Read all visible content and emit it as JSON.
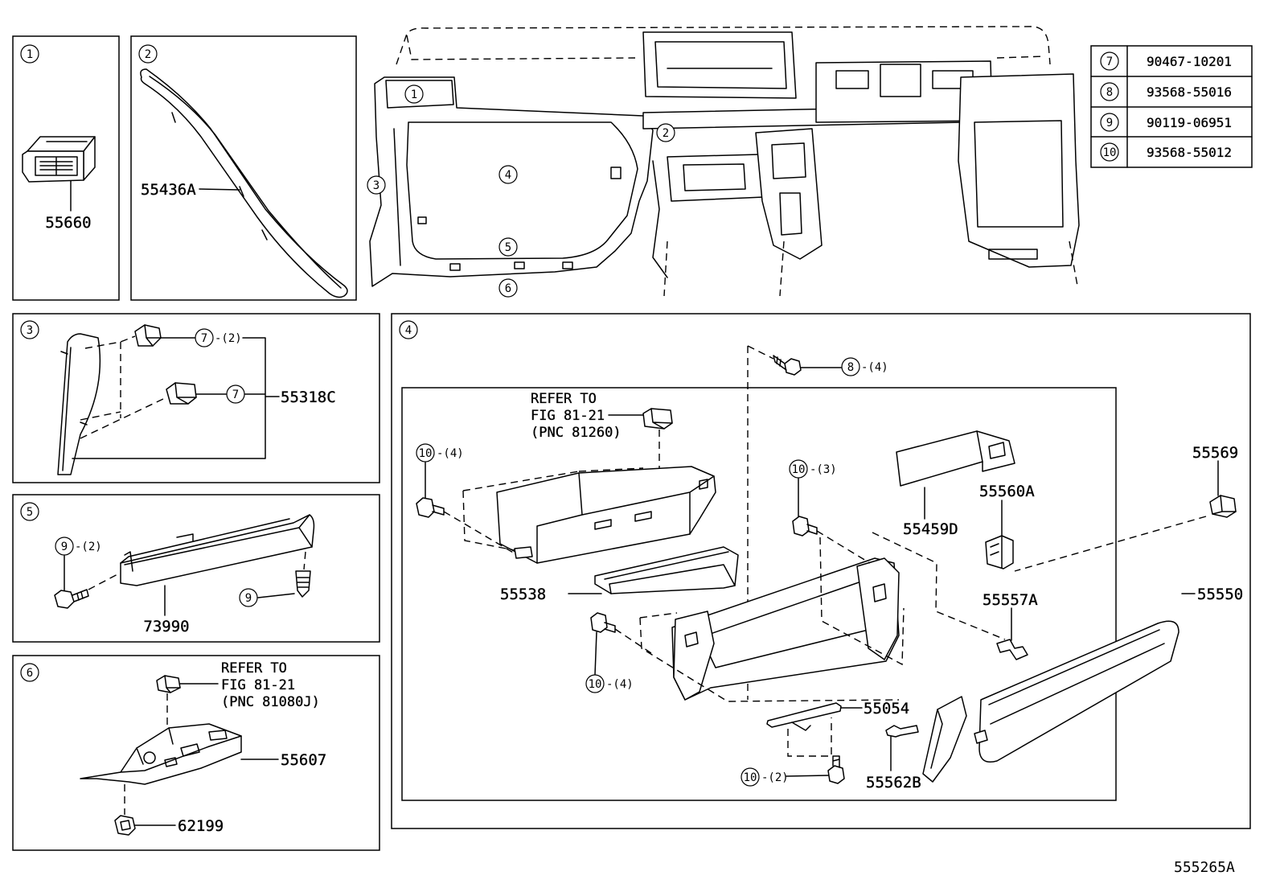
{
  "figure_code": "555265A",
  "overview": {
    "callouts": [
      "1",
      "2",
      "3",
      "4",
      "5",
      "6"
    ]
  },
  "fastener_table": [
    {
      "ref": "7",
      "part_no": "90467-10201"
    },
    {
      "ref": "8",
      "part_no": "93568-55016"
    },
    {
      "ref": "9",
      "part_no": "90119-06951"
    },
    {
      "ref": "10",
      "part_no": "93568-55012"
    }
  ],
  "inset_1": {
    "ref": "1",
    "parts": [
      "55660"
    ]
  },
  "inset_2": {
    "ref": "2",
    "parts": [
      "55436A"
    ]
  },
  "inset_3": {
    "ref": "3",
    "parts": [
      "55318C"
    ],
    "fasteners": [
      {
        "ref": "7",
        "qty": "-(2)"
      },
      {
        "ref": "7"
      }
    ]
  },
  "inset_5": {
    "ref": "5",
    "parts": [
      "73990"
    ],
    "fasteners": [
      {
        "ref": "9",
        "qty": "-(2)"
      },
      {
        "ref": "9"
      }
    ]
  },
  "inset_6": {
    "ref": "6",
    "refer_note": [
      "REFER TO",
      "FIG 81-21",
      "(PNC 81080J)"
    ],
    "parts": [
      "55607",
      "62199"
    ]
  },
  "inset_4": {
    "ref": "4",
    "refer_note": [
      "REFER TO",
      "FIG 81-21",
      "(PNC 81260)"
    ],
    "parts": [
      "55459D",
      "55569",
      "55560A",
      "55538",
      "55557A",
      "55550",
      "55054",
      "55562B"
    ],
    "fasteners": [
      {
        "ref": "8",
        "qty": "-(4)"
      },
      {
        "ref": "10",
        "qty": "-(4)"
      },
      {
        "ref": "10",
        "qty": "-(3)"
      },
      {
        "ref": "10",
        "qty": "-(4)"
      },
      {
        "ref": "10",
        "qty": "-(2)"
      }
    ]
  }
}
